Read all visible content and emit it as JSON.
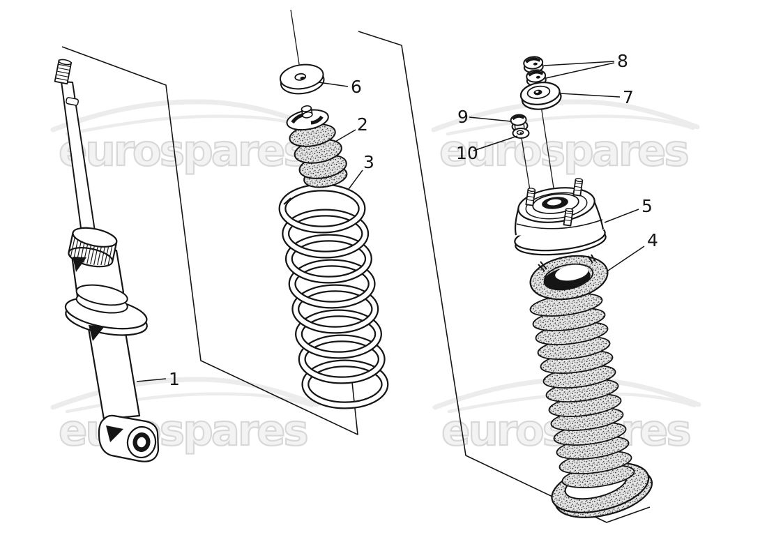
{
  "watermark": {
    "text": "eurospares"
  },
  "labels": {
    "l1": "1",
    "l2": "2",
    "l3": "3",
    "l4": "4",
    "l5": "5",
    "l6": "6",
    "l7": "7",
    "l8": "8",
    "l9": "9",
    "l10": "10"
  },
  "colors": {
    "background": "#ffffff",
    "line": "#151515",
    "watermark_fill": "#f3f3f3",
    "watermark_outline": "#d8d8d8",
    "swoosh": "#ececec",
    "stipple_base": "#e4e4e4"
  }
}
